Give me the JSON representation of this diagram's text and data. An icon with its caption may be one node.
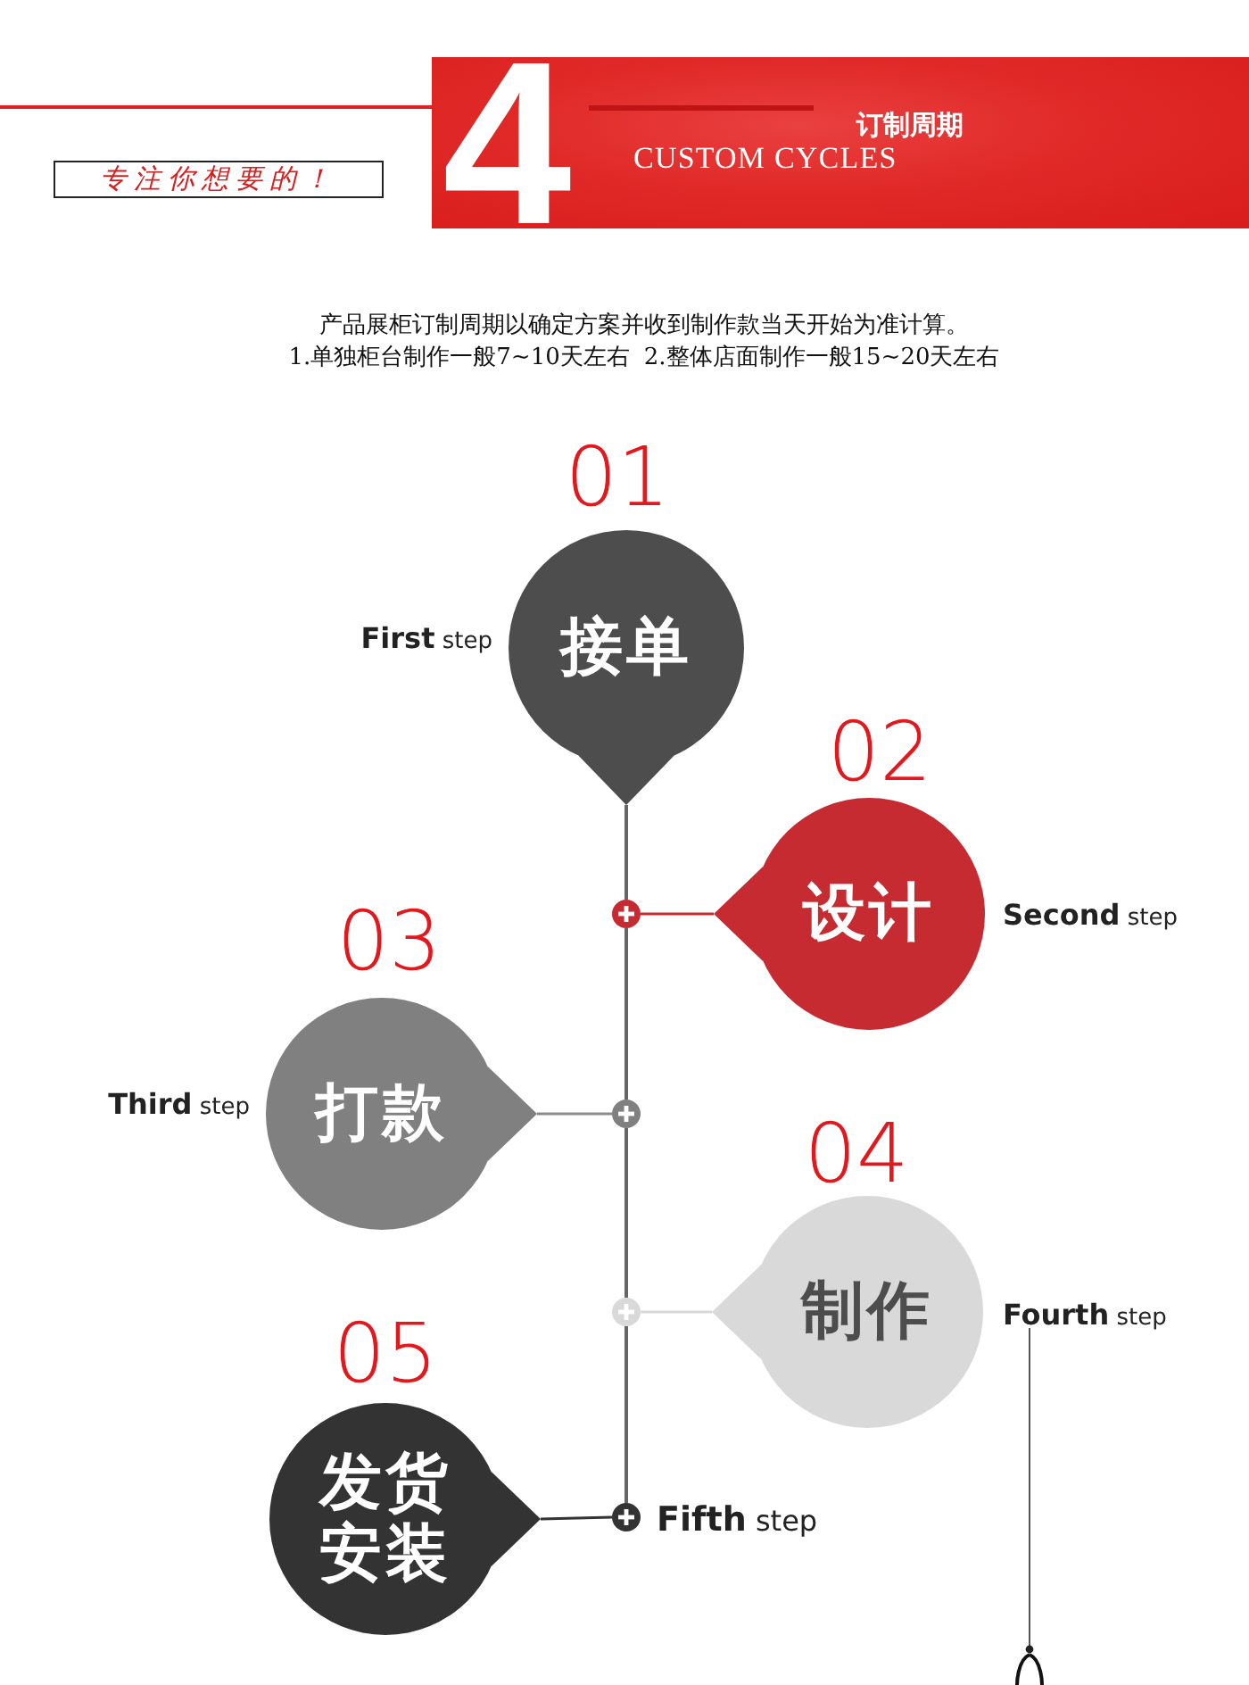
{
  "diagram": {
    "nodes": [
      {
        "text": [
          "专注你想要的！"
        ]
      },
      {
        "text": [
          "4",
          "订制周期",
          "CUSTOM CYCLES"
        ]
      },
      {
        "text": [
          "接单"
        ],
        "beside": [
          "01",
          "**First** step"
        ]
      },
      {
        "text": [
          "设计"
        ],
        "beside": [
          "02",
          "**Second** step"
        ]
      },
      {
        "text": [
          "打款"
        ],
        "beside": [
          "03",
          "**Third** step"
        ]
      },
      {
        "text": [
          "制作"
        ],
        "beside": [
          "04",
          "**Fourth** step"
        ]
      },
      {
        "text": [
          "发货安装"
        ],
        "beside": [
          "05"
        ]
      },
      {
        "text": [],
        "shape": "circle"
      },
      {
        "text": [],
        "shape": "circle"
      },
      {
        "text": [],
        "shape": "circle"
      },
      {
        "text": [],
        "shape": "circle",
        "beside": [
          "**Fifth** step"
        ]
      }
    ],
    "edges": [
      {
        "from": 2,
        "to": 7,
        "arrow": "none"
      },
      {
        "from": 3,
        "to": 7,
        "arrow": "none",
        "color": "#c62b31"
      },
      {
        "from": 7,
        "to": 8,
        "arrow": "none"
      },
      {
        "from": 4,
        "to": 8,
        "arrow": "none",
        "color": "#8c8c8c"
      },
      {
        "from": 8,
        "to": 9,
        "arrow": "none"
      },
      {
        "from": 5,
        "to": 9,
        "arrow": "none",
        "color": "#d9d9d9"
      },
      {
        "from": 9,
        "to": 10,
        "arrow": "none"
      },
      {
        "from": 6,
        "to": 10,
        "arrow": "none",
        "color": "#333333"
      }
    ],
    "labels": [
      "产品展柜订制周期以确定方案并收到制作款当天开始为准计算。",
      "1.单独柜台制作一般7~10天左右",
      "2.整体店面制作一般15~20天左右"
    ]
  }
}
